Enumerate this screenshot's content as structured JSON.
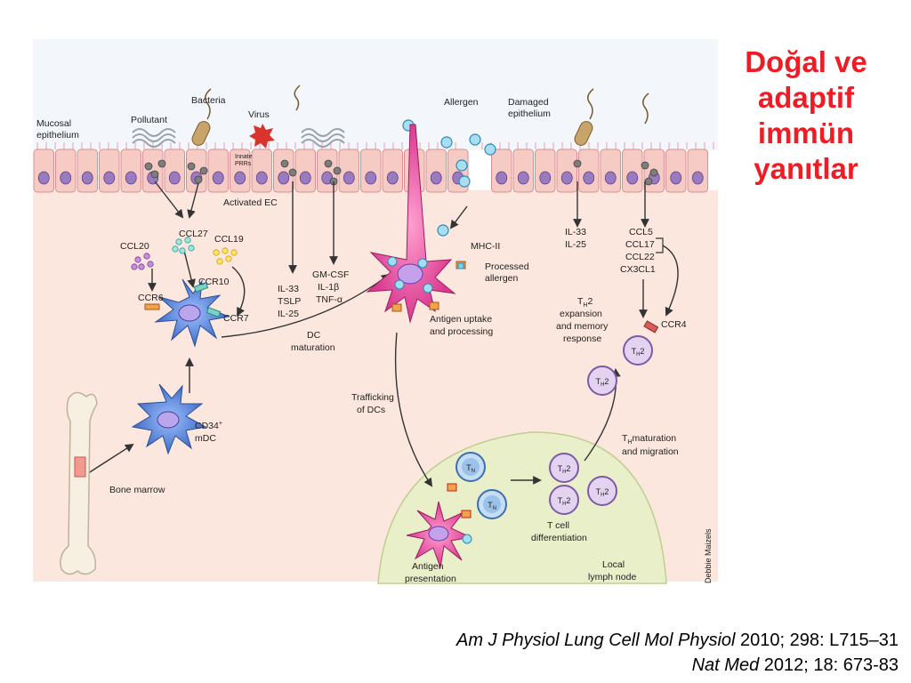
{
  "title_lines": [
    "Doğal ve",
    "adaptif",
    "immün",
    "yanıtlar"
  ],
  "references": [
    {
      "journal": "Am J Physiol Lung Cell Mol Physiol",
      "details": " 2010; 298: L715–31"
    },
    {
      "journal": "Nat Med",
      "details": " 2012; 18: 673-83"
    }
  ],
  "colors": {
    "title": "#ee1c24",
    "epithelium_cell": "#f6cbc3",
    "nucleus": "#9b7bbf",
    "tissue": "#fbe7dd",
    "lymph_node": "#e8efc9",
    "dendritic_cell_blue": "#3f6cc4",
    "dendritic_cell_magenta": "#d93a8f",
    "th2_cell": "#d9c7e8"
  },
  "figure": {
    "labels": {
      "mucosal_epithelium": [
        "Mucosal",
        "epithelium"
      ],
      "pollutant": "Pollutant",
      "bacteria": "Bacteria",
      "virus": "Virus",
      "innate_prrs": [
        "Innate",
        "PRRs"
      ],
      "activated_ec": "Activated EC",
      "allergen": "Allergen",
      "damaged_epithelium": [
        "Damaged",
        "epithelium"
      ],
      "ccl20": "CCL20",
      "ccl27": "CCL27",
      "ccl19": "CCL19",
      "ccr10": "CCR10",
      "ccr6": "CCR6",
      "ccr7": "CCR7",
      "il33_tslp_il25": [
        "IL-33",
        "TSLP",
        "IL-25"
      ],
      "gmcsf_group": [
        "GM-CSF",
        "IL-1β",
        "TNF-α"
      ],
      "mhc_ii": "MHC-II",
      "processed_allergen": [
        "Processed",
        "allergen"
      ],
      "antigen_uptake": [
        "Antigen uptake",
        "and processing"
      ],
      "dc_maturation": [
        "DC",
        "maturation"
      ],
      "il33_il25": [
        "IL-33",
        "IL-25"
      ],
      "chemokines": [
        "CCL5",
        "CCL17",
        "CCL22",
        "CX3CL1"
      ],
      "th2_expansion": [
        "expansion",
        "and memory",
        "response"
      ],
      "th2_expansion_title": "T",
      "ccr4": "CCR4",
      "trafficking": [
        "Trafficking",
        "of DCs"
      ],
      "cd34": "CD34",
      "cd34_sup": "+",
      "mdc": "mDC",
      "bone_marrow": "Bone marrow",
      "th2_maturation": [
        "maturation",
        "and migration"
      ],
      "t_cell_diff": [
        "T cell",
        "differentiation"
      ],
      "antigen_presentation": [
        "Antigen",
        "presentation"
      ],
      "local_lymph_node": [
        "Local",
        "lymph node"
      ],
      "artist_credit": "Debbie Maizels",
      "tn": "T",
      "tn_sub": "N",
      "th2": "T",
      "th2_sub": "H",
      "th2_suffix": "2"
    }
  }
}
